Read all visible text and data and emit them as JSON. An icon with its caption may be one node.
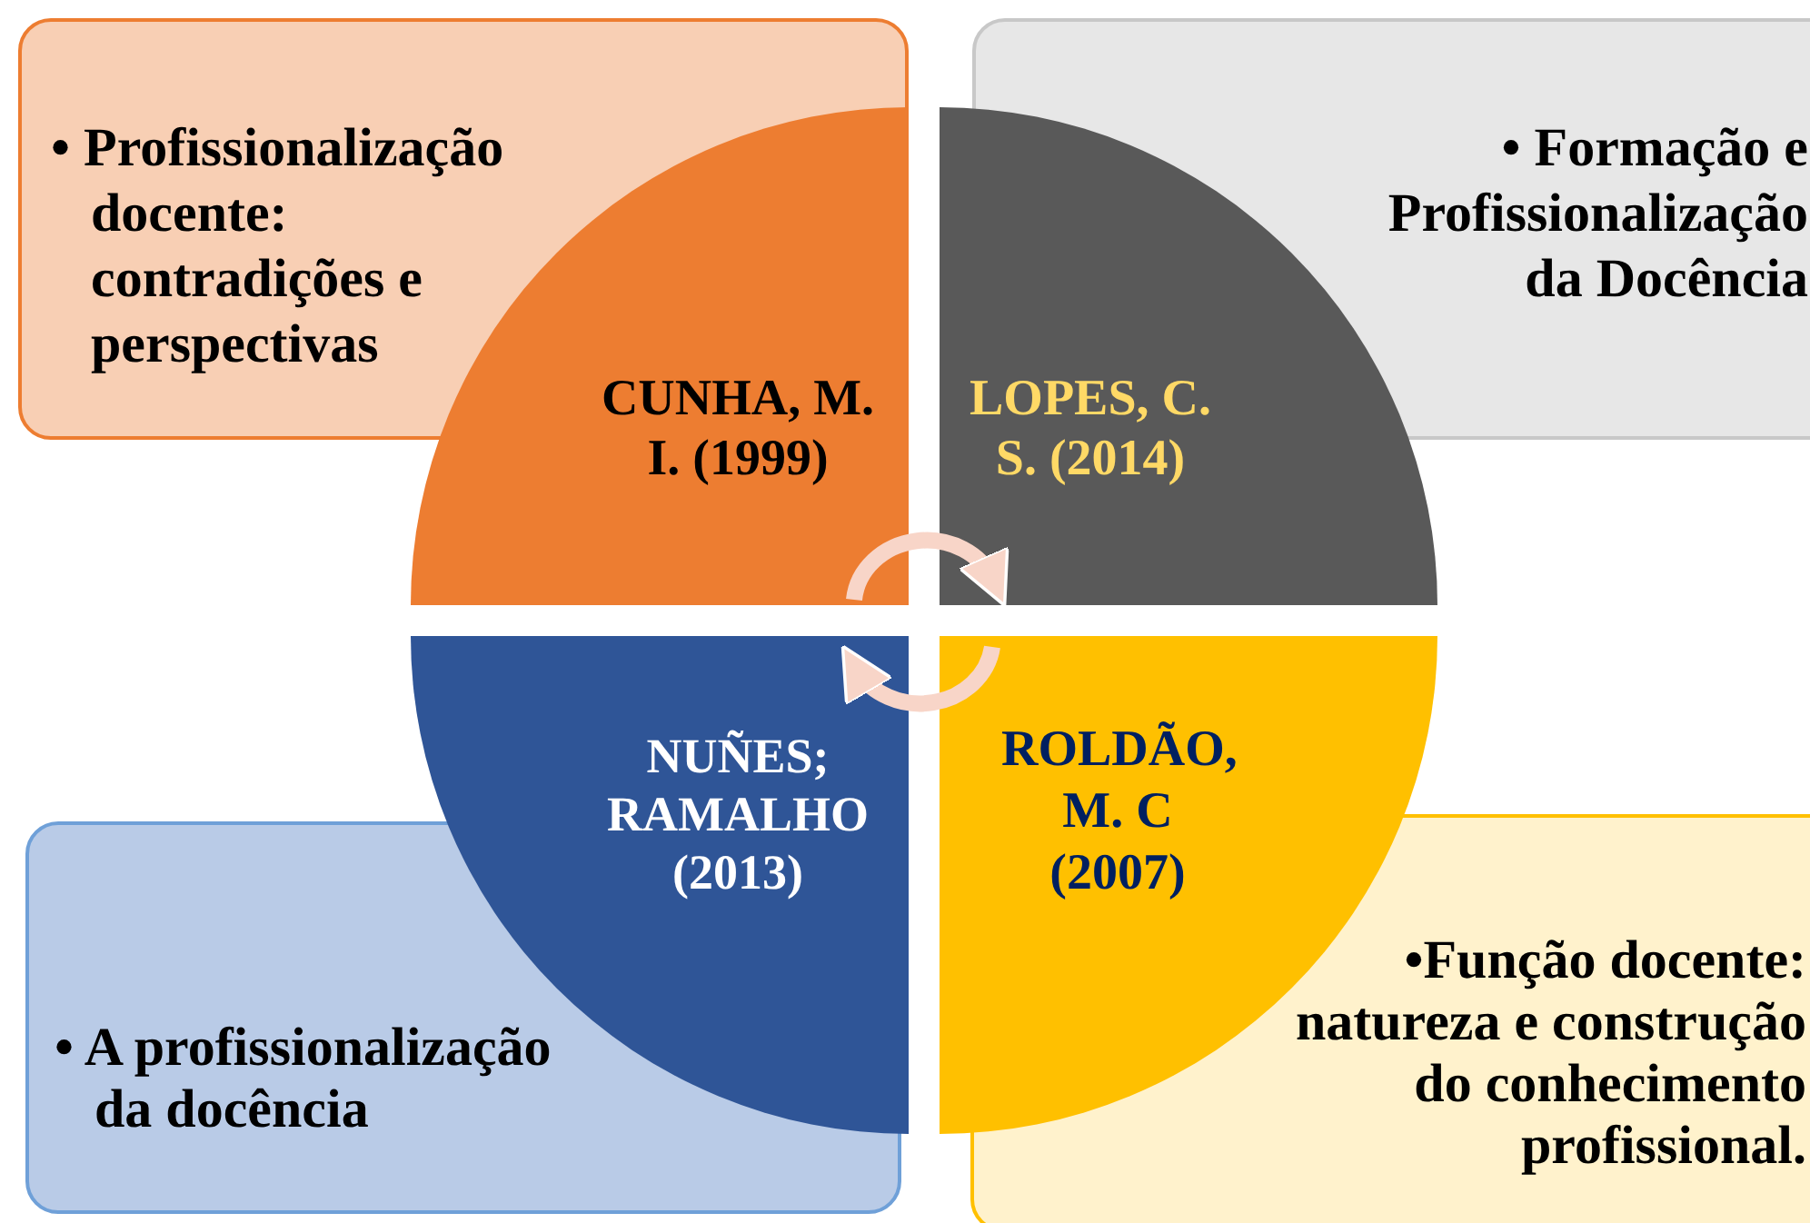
{
  "diagram": {
    "nodes": [
      {
        "text": [
          "• Profissionalização docente: contradições e perspectivas"
        ]
      },
      {
        "text": [
          "• Formação e Profissionalização da  Docência"
        ]
      },
      {
        "text": [
          "CUNHA, M. I. (1999)"
        ]
      },
      {
        "text": [
          "LOPES, C. S. (2014)"
        ]
      },
      {
        "text": [
          "NUÑES; RAMALHO (2013)"
        ]
      },
      {
        "text": [
          "ROLDÃO, M. C (2007)"
        ]
      },
      {
        "text": [
          "• A profissionalização da docência"
        ]
      },
      {
        "text": [
          "•Função docente: natureza e construção do conhecimento profissional."
        ]
      }
    ],
    "edges": [
      {
        "from": 2,
        "to": 3,
        "arrow": "to"
      },
      {
        "from": 5,
        "to": 4,
        "arrow": "to"
      }
    ]
  }
}
